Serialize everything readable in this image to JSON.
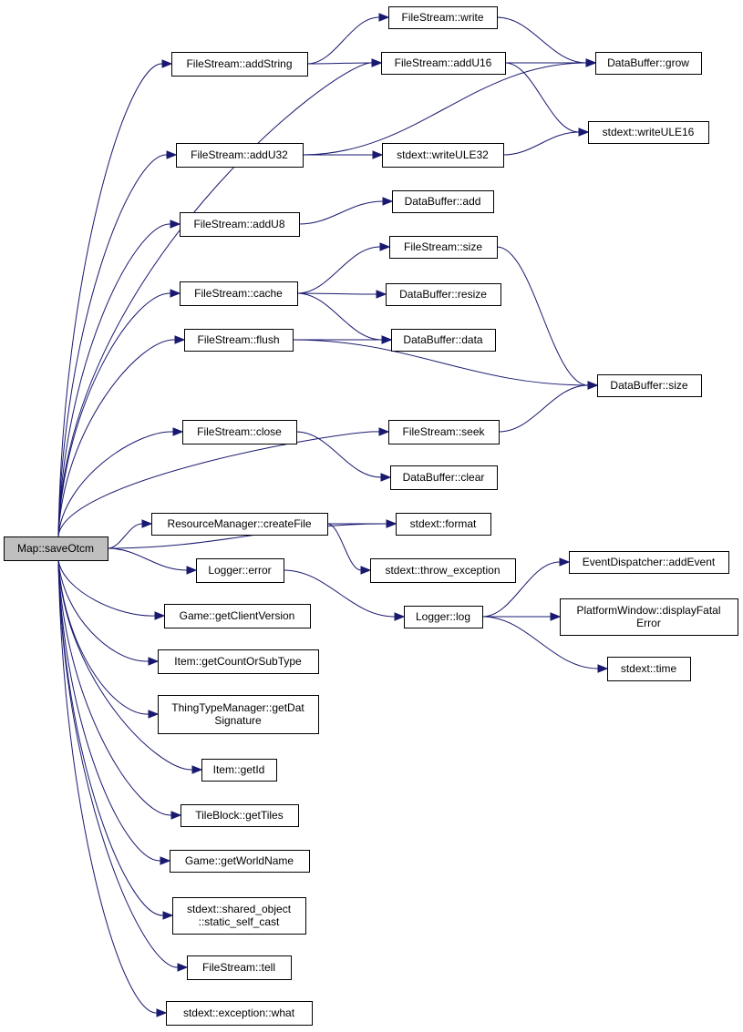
{
  "graph": {
    "colors": {
      "edge": "#191970",
      "node_fill": "#ffffff",
      "root_fill": "#bfbfbf",
      "border": "#000000"
    },
    "nodes": [
      {
        "id": "map_saveotcm",
        "lines": [
          "Map::saveOtcm"
        ],
        "root": true
      },
      {
        "id": "fs_addstring",
        "lines": [
          "FileStream::addString"
        ]
      },
      {
        "id": "fs_write",
        "lines": [
          "FileStream::write"
        ]
      },
      {
        "id": "fs_addu16",
        "lines": [
          "FileStream::addU16"
        ]
      },
      {
        "id": "db_grow",
        "lines": [
          "DataBuffer::grow"
        ]
      },
      {
        "id": "fs_addu32",
        "lines": [
          "FileStream::addU32"
        ]
      },
      {
        "id": "sx_writeule32",
        "lines": [
          "stdext::writeULE32"
        ]
      },
      {
        "id": "sx_writeule16",
        "lines": [
          "stdext::writeULE16"
        ]
      },
      {
        "id": "fs_addu8",
        "lines": [
          "FileStream::addU8"
        ]
      },
      {
        "id": "db_add",
        "lines": [
          "DataBuffer::add"
        ]
      },
      {
        "id": "fs_cache",
        "lines": [
          "FileStream::cache"
        ]
      },
      {
        "id": "fs_size",
        "lines": [
          "FileStream::size"
        ]
      },
      {
        "id": "db_resize",
        "lines": [
          "DataBuffer::resize"
        ]
      },
      {
        "id": "db_data",
        "lines": [
          "DataBuffer::data"
        ]
      },
      {
        "id": "fs_flush",
        "lines": [
          "FileStream::flush"
        ]
      },
      {
        "id": "db_size",
        "lines": [
          "DataBuffer::size"
        ]
      },
      {
        "id": "fs_seek",
        "lines": [
          "FileStream::seek"
        ]
      },
      {
        "id": "fs_close",
        "lines": [
          "FileStream::close"
        ]
      },
      {
        "id": "db_clear",
        "lines": [
          "DataBuffer::clear"
        ]
      },
      {
        "id": "rm_createfile",
        "lines": [
          "ResourceManager::createFile"
        ]
      },
      {
        "id": "sx_format",
        "lines": [
          "stdext::format"
        ]
      },
      {
        "id": "sx_throw",
        "lines": [
          "stdext::throw_exception"
        ]
      },
      {
        "id": "lg_error",
        "lines": [
          "Logger::error"
        ]
      },
      {
        "id": "lg_log",
        "lines": [
          "Logger::log"
        ]
      },
      {
        "id": "ed_addevent",
        "lines": [
          "EventDispatcher::addEvent"
        ]
      },
      {
        "id": "pw_fatal",
        "lines": [
          "PlatformWindow::displayFatal",
          "Error"
        ]
      },
      {
        "id": "sx_time",
        "lines": [
          "stdext::time"
        ]
      },
      {
        "id": "gm_clientver",
        "lines": [
          "Game::getClientVersion"
        ]
      },
      {
        "id": "it_count",
        "lines": [
          "Item::getCountOrSubType"
        ]
      },
      {
        "id": "ttm_datsig",
        "lines": [
          "ThingTypeManager::getDat",
          "Signature"
        ]
      },
      {
        "id": "it_getid",
        "lines": [
          "Item::getId"
        ]
      },
      {
        "id": "tb_gettiles",
        "lines": [
          "TileBlock::getTiles"
        ]
      },
      {
        "id": "gm_worldname",
        "lines": [
          "Game::getWorldName"
        ]
      },
      {
        "id": "sx_sharedobj",
        "lines": [
          "stdext::shared_object",
          "::static_self_cast"
        ]
      },
      {
        "id": "fs_tell",
        "lines": [
          "FileStream::tell"
        ]
      },
      {
        "id": "sx_excwhat",
        "lines": [
          "stdext::exception::what"
        ]
      }
    ],
    "edges": [
      [
        "map_saveotcm",
        "fs_addstring"
      ],
      [
        "map_saveotcm",
        "fs_addu16"
      ],
      [
        "map_saveotcm",
        "fs_addu32"
      ],
      [
        "map_saveotcm",
        "fs_addu8"
      ],
      [
        "map_saveotcm",
        "fs_cache"
      ],
      [
        "map_saveotcm",
        "fs_flush"
      ],
      [
        "map_saveotcm",
        "fs_seek"
      ],
      [
        "map_saveotcm",
        "fs_close"
      ],
      [
        "map_saveotcm",
        "sx_format"
      ],
      [
        "map_saveotcm",
        "rm_createfile"
      ],
      [
        "map_saveotcm",
        "lg_error"
      ],
      [
        "map_saveotcm",
        "gm_clientver"
      ],
      [
        "map_saveotcm",
        "it_count"
      ],
      [
        "map_saveotcm",
        "ttm_datsig"
      ],
      [
        "map_saveotcm",
        "it_getid"
      ],
      [
        "map_saveotcm",
        "tb_gettiles"
      ],
      [
        "map_saveotcm",
        "gm_worldname"
      ],
      [
        "map_saveotcm",
        "sx_sharedobj"
      ],
      [
        "map_saveotcm",
        "fs_tell"
      ],
      [
        "map_saveotcm",
        "sx_excwhat"
      ],
      [
        "fs_addstring",
        "fs_write"
      ],
      [
        "fs_addstring",
        "fs_addu16"
      ],
      [
        "fs_write",
        "db_grow"
      ],
      [
        "fs_addu16",
        "db_grow"
      ],
      [
        "fs_addu16",
        "sx_writeule16"
      ],
      [
        "fs_addu32",
        "db_grow"
      ],
      [
        "fs_addu32",
        "sx_writeule32"
      ],
      [
        "sx_writeule32",
        "sx_writeule16"
      ],
      [
        "fs_addu8",
        "db_add"
      ],
      [
        "fs_cache",
        "fs_size"
      ],
      [
        "fs_cache",
        "db_resize"
      ],
      [
        "fs_cache",
        "db_data"
      ],
      [
        "fs_size",
        "db_size"
      ],
      [
        "fs_flush",
        "db_data"
      ],
      [
        "fs_flush",
        "db_size"
      ],
      [
        "fs_seek",
        "db_size"
      ],
      [
        "fs_close",
        "db_clear"
      ],
      [
        "rm_createfile",
        "sx_format"
      ],
      [
        "rm_createfile",
        "sx_throw"
      ],
      [
        "lg_error",
        "lg_log"
      ],
      [
        "lg_log",
        "ed_addevent"
      ],
      [
        "lg_log",
        "pw_fatal"
      ],
      [
        "lg_log",
        "sx_time"
      ]
    ]
  }
}
